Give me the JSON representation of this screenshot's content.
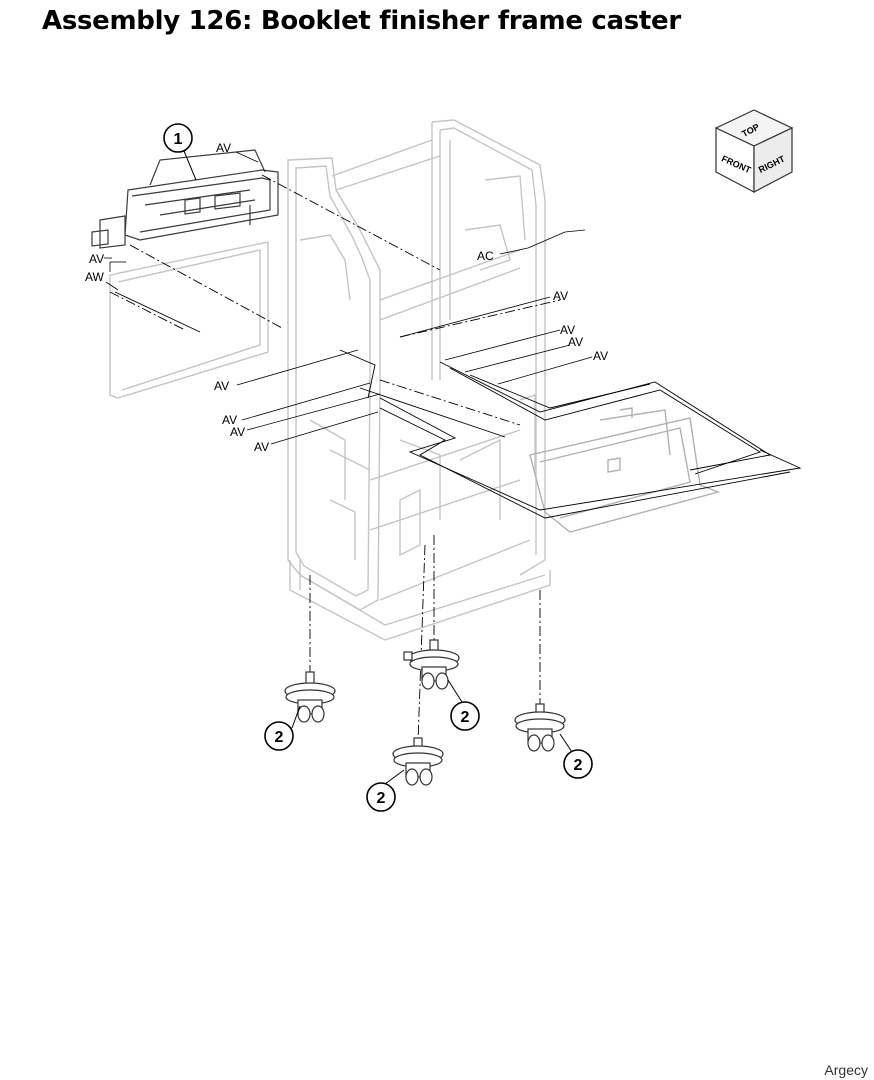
{
  "title": "Assembly 126: Booklet finisher frame caster",
  "watermark": "Argecy",
  "orientation_cube": {
    "top": "TOP",
    "front": "FRONT",
    "right": "RIGHT"
  },
  "callouts": {
    "c1": "1",
    "c2a": "2",
    "c2b": "2",
    "c2c": "2",
    "c2d": "2"
  },
  "labels": {
    "av1": "AV",
    "av2": "AV",
    "aw": "AW",
    "ac": "AC",
    "av3": "AV",
    "av4": "AV",
    "av5": "AV",
    "av6": "AV",
    "av7": "AV",
    "av8": "AV",
    "av9": "AV",
    "av10": "AV"
  },
  "colors": {
    "frame": "#c8c8c8",
    "ink": "#000000",
    "part": "#555555"
  }
}
